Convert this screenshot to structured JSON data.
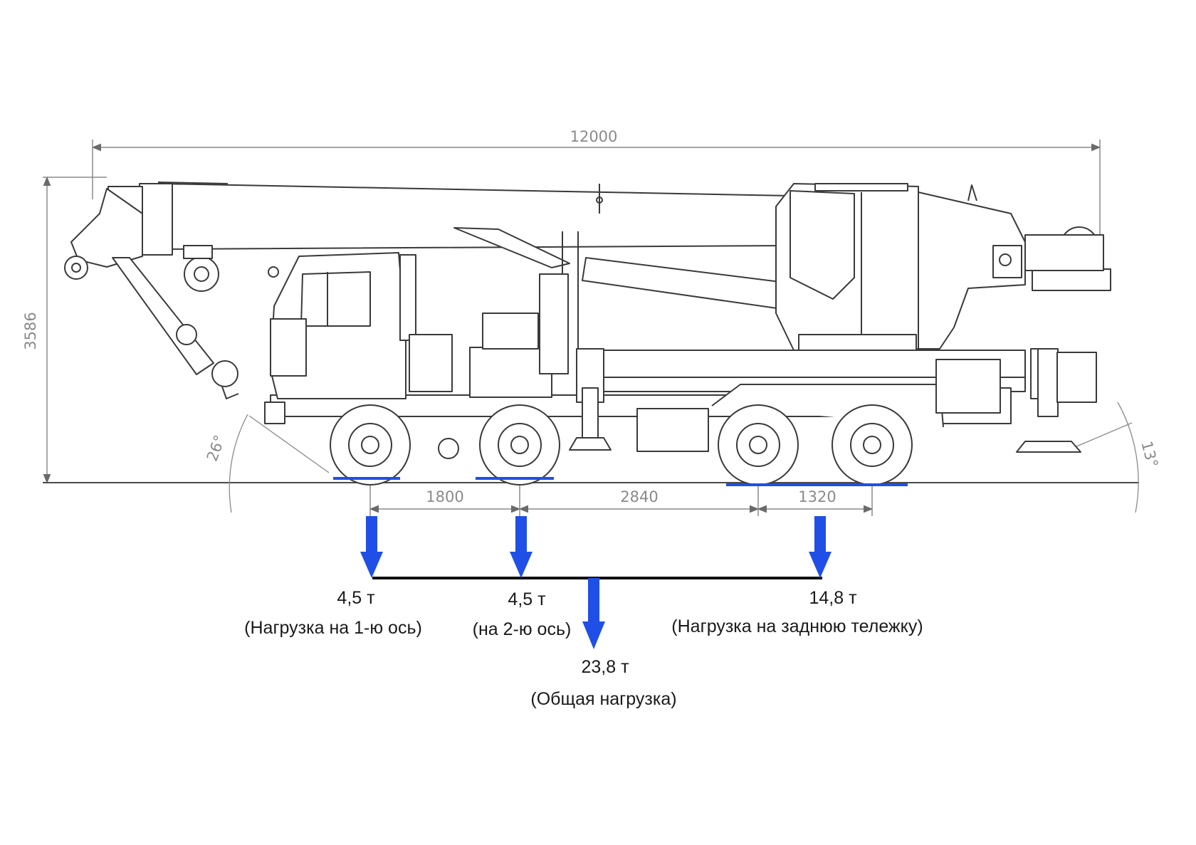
{
  "dimensions": {
    "overall_length": "12000",
    "overall_height": "3586",
    "axle_spacing_front": "1800",
    "axle_spacing_middle": "2840",
    "axle_spacing_rear": "1320",
    "approach_angle": "26°",
    "departure_angle": "13°"
  },
  "loads": {
    "axle1": {
      "value": "4,5 т",
      "label": "(Нагрузка на 1-ю ось)"
    },
    "axle2": {
      "value": "4,5 т",
      "label": "(на 2-ю ось)"
    },
    "rear_bogie": {
      "value": "14,8 т",
      "label": "(Нагрузка на заднюю тележку)"
    },
    "total": {
      "value": "23,8 т",
      "label": "(Общая нагрузка)"
    }
  },
  "colors": {
    "load_arrow": "#1f4fe6",
    "drawing_line": "#3a3a3a",
    "dimension_line": "#8a8a8a"
  }
}
